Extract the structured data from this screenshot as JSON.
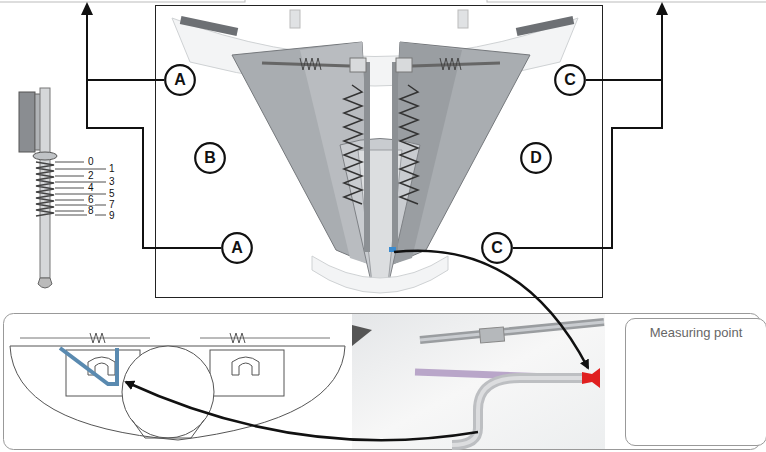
{
  "diagram": {
    "nodes": [
      {
        "text": [
          "A"
        ]
      },
      {
        "text": [
          "C"
        ]
      },
      {
        "text": [
          "B"
        ]
      },
      {
        "text": [
          "D"
        ]
      },
      {
        "text": [
          "A"
        ]
      },
      {
        "text": [
          "C"
        ]
      },
      {
        "text": [
          "Measuring point"
        ]
      }
    ],
    "labels": [
      "0",
      "1",
      "2",
      "3",
      "4",
      "5",
      "6",
      "7",
      "8",
      "9"
    ]
  }
}
